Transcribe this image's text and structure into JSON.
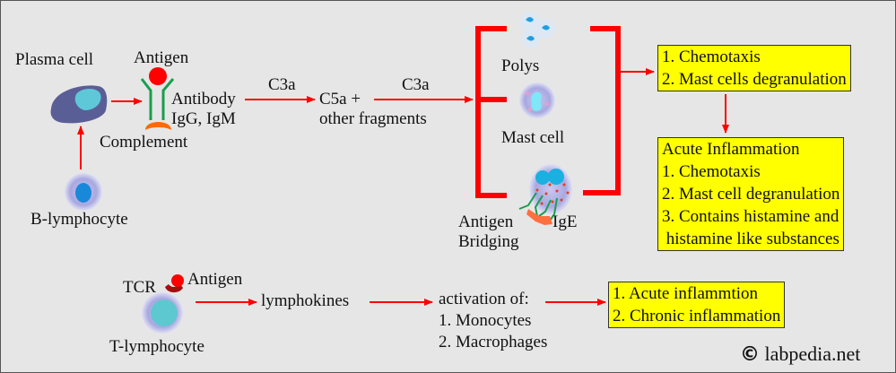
{
  "colors": {
    "background": "#e6e6e6",
    "arrow": "#ff0000",
    "box_fill": "#ffff00",
    "antibody": "#1a9e4f",
    "antigen": "#ff0000",
    "complement": "#ff6a00",
    "tcr": "#a01010"
  },
  "humoral": {
    "plasma_cell": "Plasma cell",
    "b_lymphocyte": "B-lymphocyte",
    "antigen": "Antigen",
    "antibody": "Antibody",
    "antibody_classes": "IgG, IgM",
    "complement": "Complement",
    "arrow1_label": "C3a",
    "fragments_line1": "C5a +",
    "fragments_line2": "other fragments",
    "arrow2_label": "C3a",
    "polys": "Polys",
    "mast_cell": "Mast cell",
    "antigen_bridging_line1": "Antigen",
    "antigen_bridging_line2": "Bridging",
    "ige": "IgE"
  },
  "effects_box": {
    "items": [
      "1. Chemotaxis",
      "2. Mast cells degranulation"
    ]
  },
  "acute_box": {
    "title": "Acute Inflammation",
    "items": [
      "1. Chemotaxis",
      "2. Mast cell degranulation",
      "3. Contains histamine and",
      " histamine like substances"
    ]
  },
  "cellular": {
    "tcr": "TCR",
    "antigen": "Antigen",
    "t_lymphocyte": "T-lymphocyte",
    "lymphokines": "lymphokines",
    "activation": "activation of:",
    "activation_items": [
      "1. Monocytes",
      "2. Macrophages"
    ]
  },
  "inflammation_box": {
    "items": [
      "1. Acute inflammtion",
      "2. Chronic inflammation"
    ]
  },
  "copyright": {
    "symbol": "©",
    "site": "labpedia.net"
  }
}
